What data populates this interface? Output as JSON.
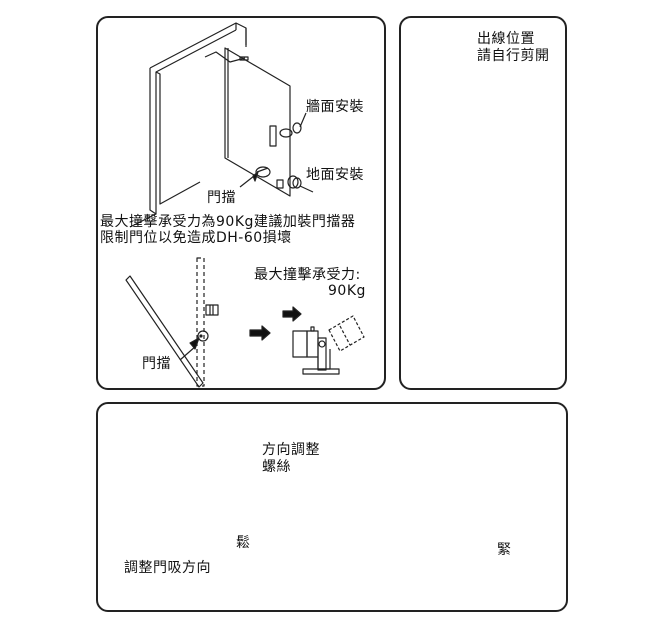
{
  "panels": {
    "door_install": {
      "wall_mount_label": "牆面安裝",
      "floor_mount_label": "地面安裝",
      "door_stop_label": "門擋",
      "warning_line1": "最大撞擊承受力為90Kg建議加裝門擋器",
      "warning_line2": "限制門位以免造成DH-60損壞",
      "max_force_label": "最大撞擊承受力:",
      "max_force_value": "90Kg",
      "door_stop_label_2": "門擋"
    },
    "cable_exit": {
      "line1": "出線位置",
      "line2": "請自行剪開"
    },
    "direction_adjust": {
      "screw_label_line1": "方向調整",
      "screw_label_line2": "螺絲",
      "loosen_label": "鬆",
      "adjust_direction_label": "調整門吸方向",
      "tighten_label": "緊"
    }
  },
  "colors": {
    "line": "#222222",
    "background": "#ffffff",
    "fill_dark": "#111111",
    "fill_gray": "#bdbdbd"
  }
}
